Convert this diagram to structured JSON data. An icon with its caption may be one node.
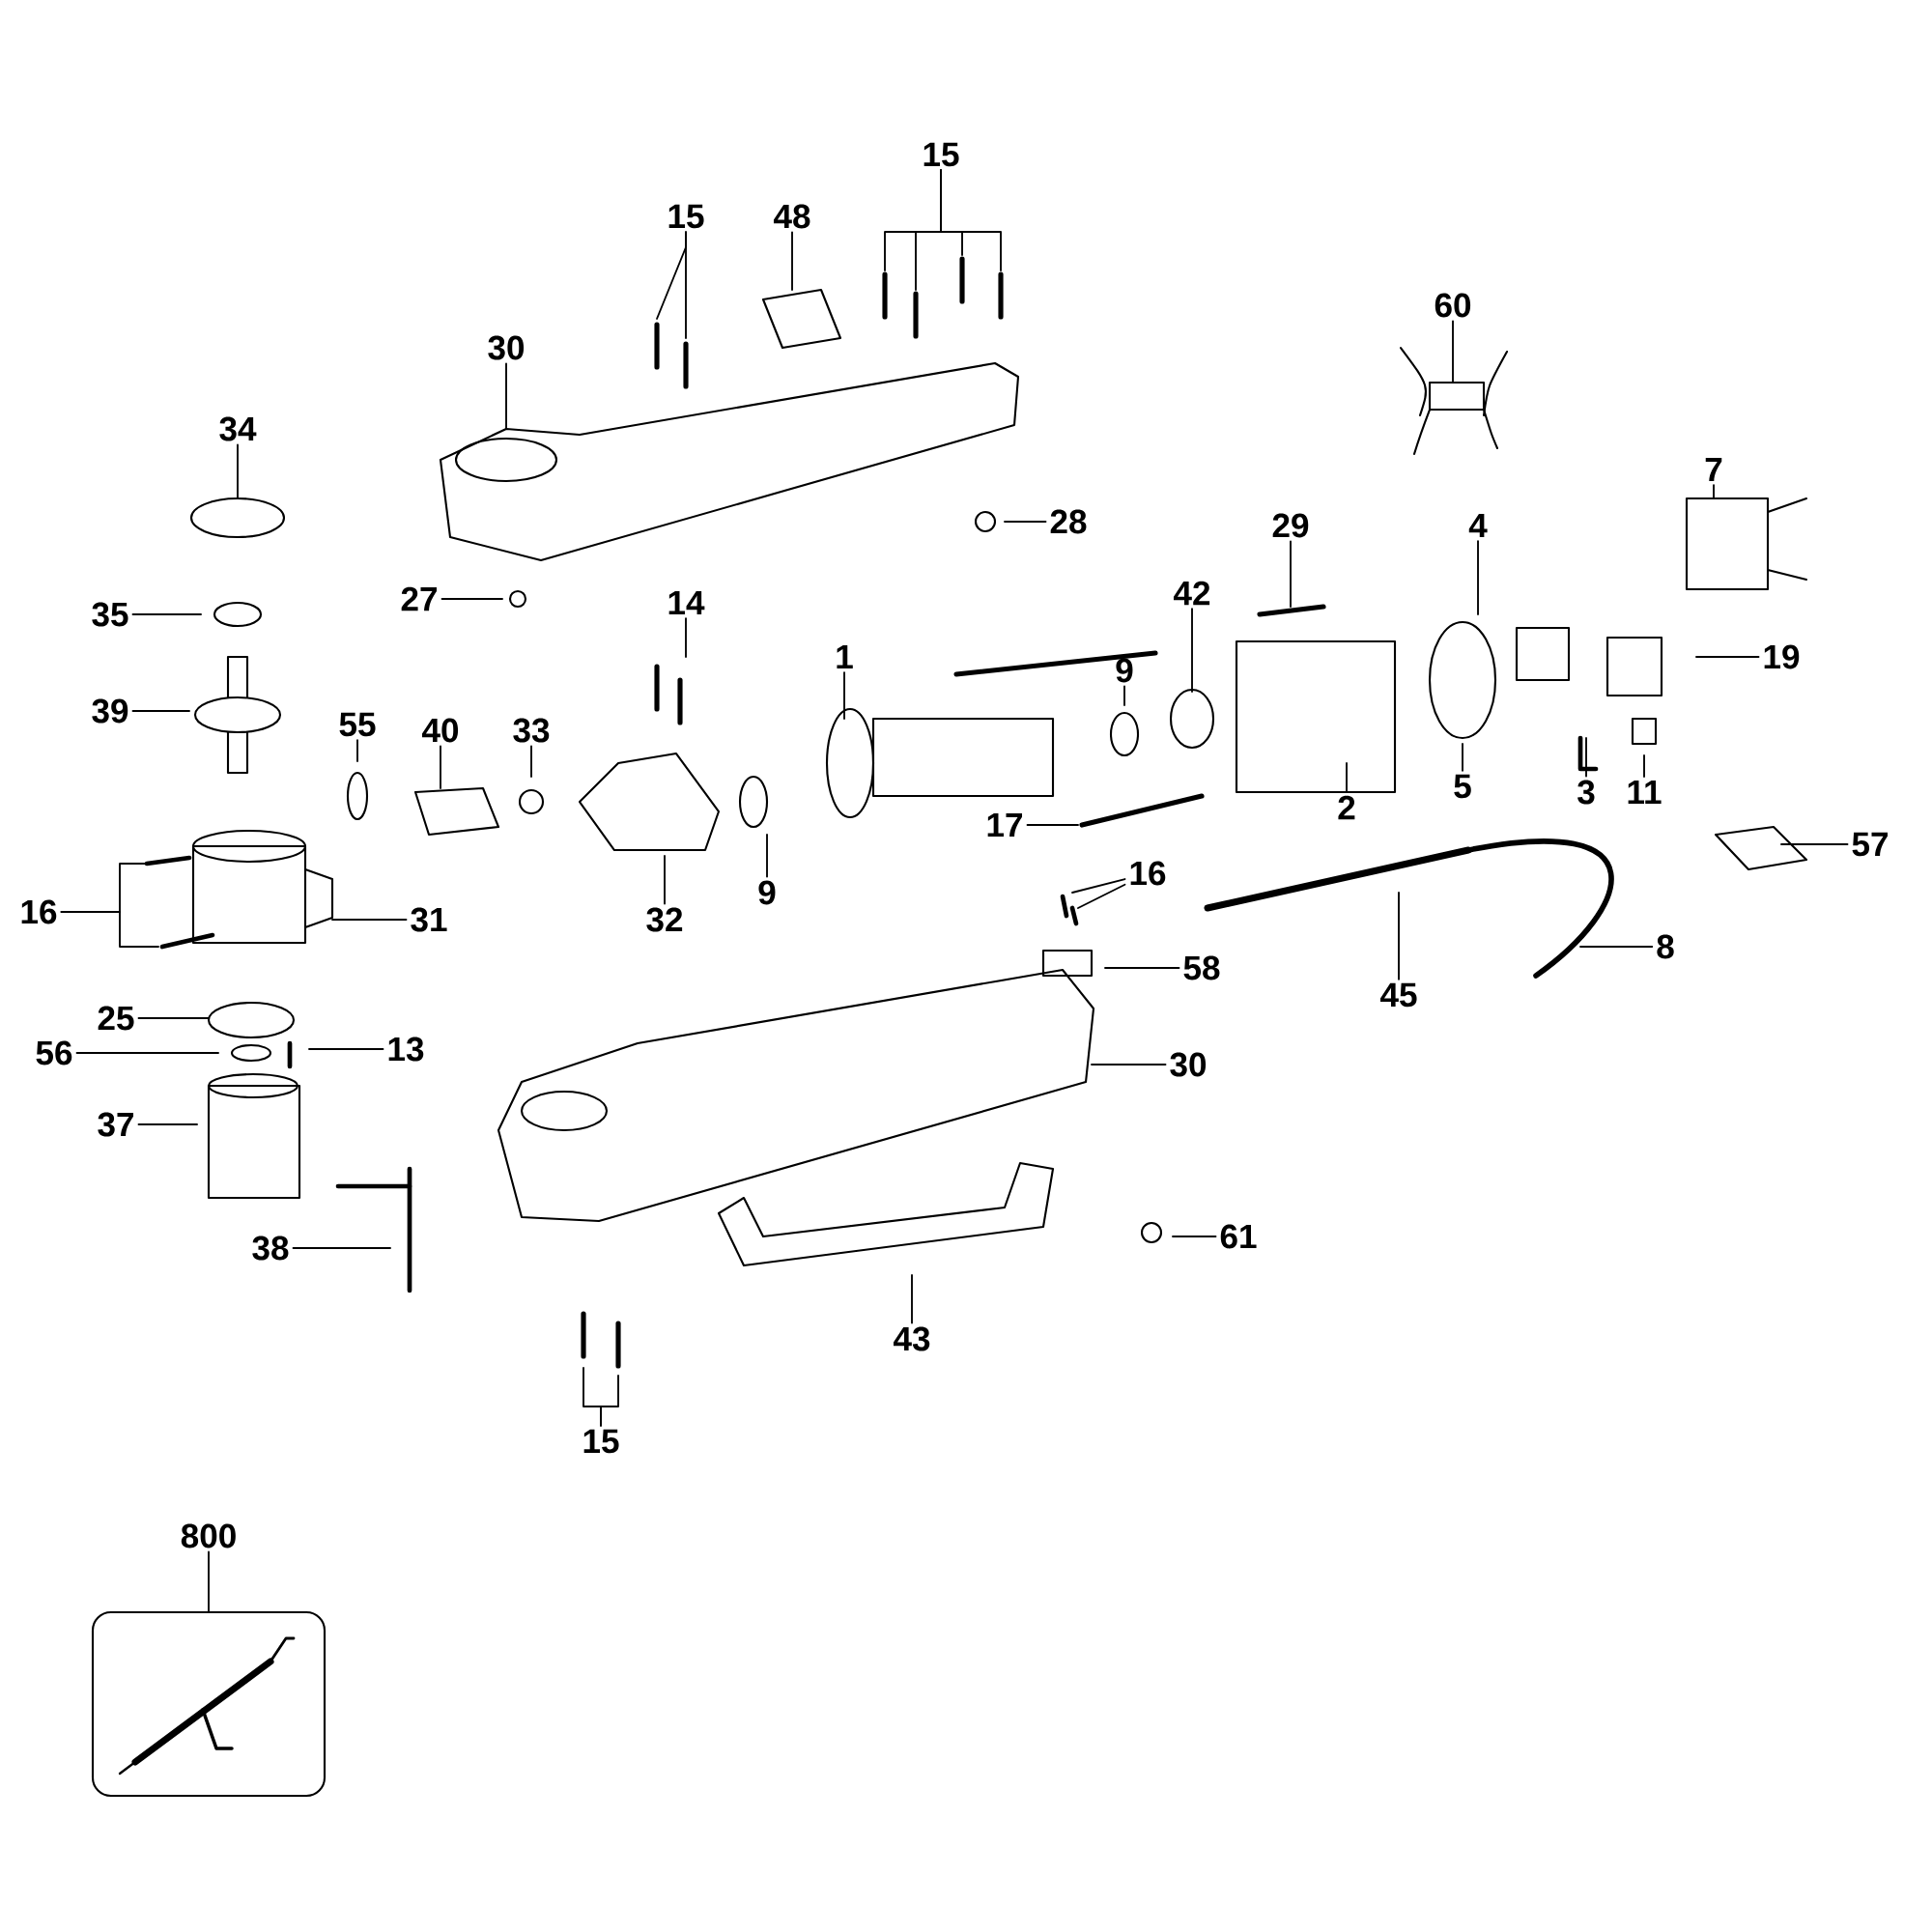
{
  "diagram": {
    "nodes": [
      {
        "text": [
          "15"
        ]
      },
      {
        "text": [
          "48"
        ]
      },
      {
        "text": [
          "15"
        ]
      },
      {
        "text": [
          "30"
        ]
      },
      {
        "text": [
          "60"
        ]
      },
      {
        "text": [
          "34"
        ]
      },
      {
        "text": [
          "28"
        ]
      },
      {
        "text": [
          "7"
        ]
      },
      {
        "text": [
          "29"
        ]
      },
      {
        "text": [
          "4"
        ]
      },
      {
        "text": [
          "42"
        ]
      },
      {
        "text": [
          "27"
        ]
      },
      {
        "text": [
          "35"
        ]
      },
      {
        "text": [
          "14"
        ]
      },
      {
        "text": [
          "1"
        ]
      },
      {
        "text": [
          "9"
        ]
      },
      {
        "text": [
          "19"
        ]
      },
      {
        "text": [
          "39"
        ]
      },
      {
        "text": [
          "55"
        ]
      },
      {
        "text": [
          "40"
        ]
      },
      {
        "text": [
          "33"
        ]
      },
      {
        "text": [
          "2"
        ]
      },
      {
        "text": [
          "5"
        ]
      },
      {
        "text": [
          "3"
        ]
      },
      {
        "text": [
          "11"
        ]
      },
      {
        "text": [
          "9"
        ]
      },
      {
        "text": [
          "32"
        ]
      },
      {
        "text": [
          "17"
        ]
      },
      {
        "text": [
          "57"
        ]
      },
      {
        "text": [
          "16"
        ]
      },
      {
        "text": [
          "31"
        ]
      },
      {
        "text": [
          "16"
        ]
      },
      {
        "text": [
          "58"
        ]
      },
      {
        "text": [
          "45"
        ]
      },
      {
        "text": [
          "8"
        ]
      },
      {
        "text": [
          "25"
        ]
      },
      {
        "text": [
          "13"
        ]
      },
      {
        "text": [
          "56"
        ]
      },
      {
        "text": [
          "30"
        ]
      },
      {
        "text": [
          "37"
        ]
      },
      {
        "text": [
          "61"
        ]
      },
      {
        "text": [
          "38"
        ]
      },
      {
        "text": [
          "43"
        ]
      },
      {
        "text": [
          "15"
        ]
      },
      {
        "text": [
          "800"
        ]
      },
      {
        "text": [],
        "shape": "box"
      }
    ],
    "edges": [
      {
        "from": 0,
        "to": null,
        "arrow": "none"
      },
      {
        "from": 0,
        "to": null,
        "arrow": "none"
      },
      {
        "from": 1,
        "to": null,
        "arrow": "none"
      },
      {
        "from": 2,
        "to": null,
        "arrow": "none"
      },
      {
        "from": 2,
        "to": null,
        "arrow": "none"
      },
      {
        "from": 2,
        "to": null,
        "arrow": "none"
      },
      {
        "from": 2,
        "to": null,
        "arrow": "none"
      },
      {
        "from": 3,
        "to": null,
        "arrow": "none"
      },
      {
        "from": 4,
        "to": null,
        "arrow": "none"
      },
      {
        "from": 5,
        "to": null,
        "arrow": "none"
      },
      {
        "from": 6,
        "to": null,
        "arrow": "none"
      },
      {
        "from": 7,
        "to": null,
        "arrow": "none"
      },
      {
        "from": 8,
        "to": null,
        "arrow": "none"
      },
      {
        "from": 9,
        "to": null,
        "arrow": "none"
      },
      {
        "from": 10,
        "to": null,
        "arrow": "none"
      },
      {
        "from": 11,
        "to": null,
        "arrow": "none"
      },
      {
        "from": 12,
        "to": null,
        "arrow": "none"
      },
      {
        "from": 13,
        "to": null,
        "arrow": "none"
      },
      {
        "from": 14,
        "to": null,
        "arrow": "none"
      },
      {
        "from": 15,
        "to": null,
        "arrow": "none"
      },
      {
        "from": 16,
        "to": null,
        "arrow": "none"
      },
      {
        "from": 17,
        "to": null,
        "arrow": "none"
      },
      {
        "from": 18,
        "to": null,
        "arrow": "none"
      },
      {
        "from": 19,
        "to": null,
        "arrow": "none"
      },
      {
        "from": 20,
        "to": null,
        "arrow": "none"
      },
      {
        "from": 21,
        "to": null,
        "arrow": "none"
      },
      {
        "from": 22,
        "to": null,
        "arrow": "none"
      },
      {
        "from": 23,
        "to": null,
        "arrow": "none"
      },
      {
        "from": 24,
        "to": null,
        "arrow": "none"
      },
      {
        "from": 25,
        "to": null,
        "arrow": "none"
      },
      {
        "from": 26,
        "to": null,
        "arrow": "none"
      },
      {
        "from": 27,
        "to": null,
        "arrow": "none"
      },
      {
        "from": 28,
        "to": null,
        "arrow": "none"
      },
      {
        "from": 29,
        "to": null,
        "arrow": "none"
      },
      {
        "from": 29,
        "to": null,
        "arrow": "none"
      },
      {
        "from": 30,
        "to": null,
        "arrow": "none"
      },
      {
        "from": 31,
        "to": null,
        "arrow": "none"
      },
      {
        "from": 31,
        "to": null,
        "arrow": "none"
      },
      {
        "from": 32,
        "to": null,
        "arrow": "none"
      },
      {
        "from": 33,
        "to": null,
        "arrow": "none"
      },
      {
        "from": 34,
        "to": null,
        "arrow": "none"
      },
      {
        "from": 35,
        "to": null,
        "arrow": "none"
      },
      {
        "from": 36,
        "to": null,
        "arrow": "none"
      },
      {
        "from": 37,
        "to": null,
        "arrow": "none"
      },
      {
        "from": 38,
        "to": null,
        "arrow": "none"
      },
      {
        "from": 39,
        "to": null,
        "arrow": "none"
      },
      {
        "from": 40,
        "to": null,
        "arrow": "none"
      },
      {
        "from": 41,
        "to": null,
        "arrow": "none"
      },
      {
        "from": 42,
        "to": null,
        "arrow": "none"
      },
      {
        "from": 43,
        "to": null,
        "arrow": "none"
      },
      {
        "from": 43,
        "to": null,
        "arrow": "none"
      },
      {
        "from": 44,
        "to": 45,
        "arrow": "none"
      }
    ]
  }
}
